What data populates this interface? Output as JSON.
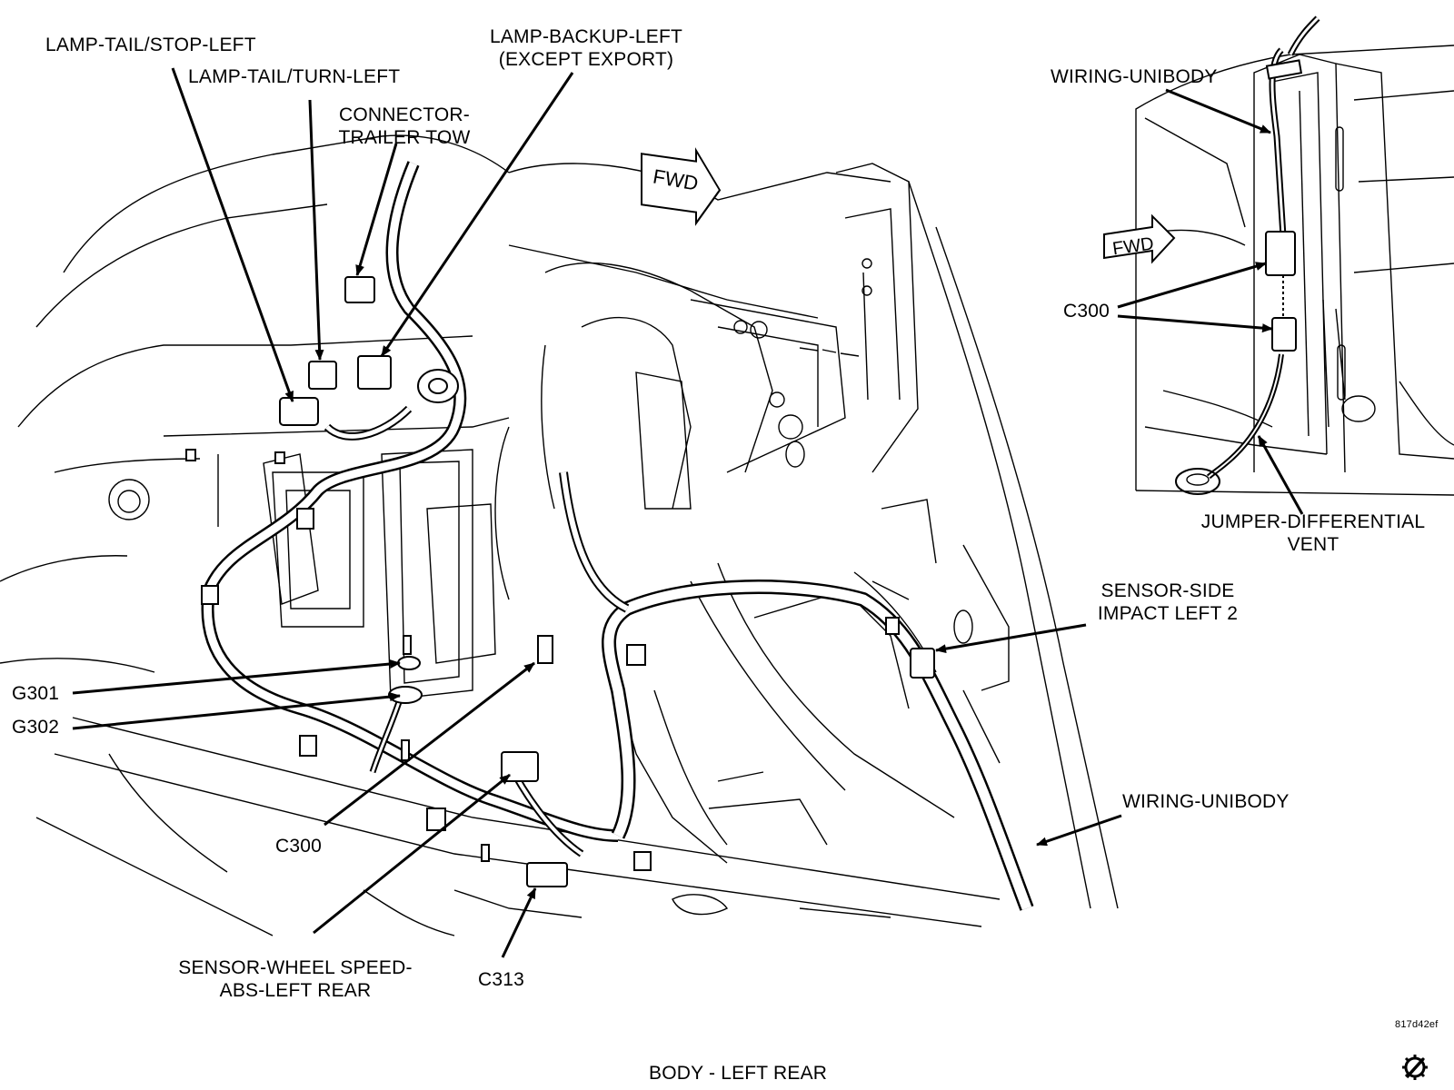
{
  "labels": {
    "lamp_tail_stop_left": "LAMP-TAIL/STOP-LEFT",
    "lamp_tail_turn_left": "LAMP-TAIL/TURN-LEFT",
    "lamp_backup_left_1": "LAMP-BACKUP-LEFT",
    "lamp_backup_left_2": "(EXCEPT EXPORT)",
    "connector_trailer_tow_1": "CONNECTOR-",
    "connector_trailer_tow_2": "TRAILER TOW",
    "g301": "G301",
    "g302": "G302",
    "c300_main": "C300",
    "sensor_wheel_speed_1": "SENSOR-WHEEL SPEED-",
    "sensor_wheel_speed_2": "ABS-LEFT REAR",
    "c313": "C313",
    "wiring_unibody_main": "WIRING-UNIBODY",
    "sensor_side_impact_1": "SENSOR-SIDE",
    "sensor_side_impact_2": "IMPACT LEFT 2",
    "wiring_unibody_inset": "WIRING-UNIBODY",
    "c300_inset": "C300",
    "jumper_diff_vent_1": "JUMPER-DIFFERENTIAL",
    "jumper_diff_vent_2": "VENT",
    "fwd_main": "FWD",
    "fwd_inset": "FWD",
    "figure_id": "817d42ef",
    "caption": "BODY - LEFT REAR"
  },
  "icons": {
    "service_icon": "gear-wrench-icon"
  }
}
